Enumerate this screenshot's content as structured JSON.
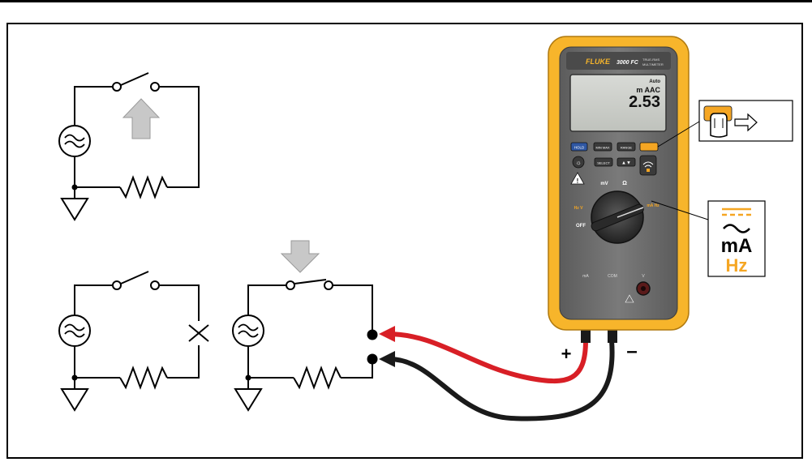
{
  "meter": {
    "brand": "FLUKE",
    "model": "3000 FC",
    "model_sub_1": "TRUE-RMS",
    "model_sub_2": "MULTIMETER",
    "display_mode": "Auto",
    "display_unit": "m AAC",
    "display_value": "2.53",
    "buttons": {
      "hold": "HOLD",
      "minmax": "MIN MAX",
      "range": "RANGE",
      "select": "SELECT"
    },
    "dial": {
      "off": "OFF",
      "mv": "mV",
      "ohm": "Ω",
      "hz_v": "Hz V",
      "ma_hz": "mA Hz"
    },
    "jacks": {
      "ma": "mA",
      "com": "COM",
      "v": "V"
    }
  },
  "labels": {
    "plus": "+",
    "minus": "–"
  },
  "callout_dial": {
    "line1": "mA",
    "line2": "Hz"
  },
  "colors": {
    "fluke_yellow": "#f7b52b",
    "meter_body": "#6b6b6b",
    "red_lead": "#d81f26",
    "black_lead": "#1a1a1a",
    "arrow_gray": "#c8c8c8",
    "accent_orange": "#f5a623"
  }
}
